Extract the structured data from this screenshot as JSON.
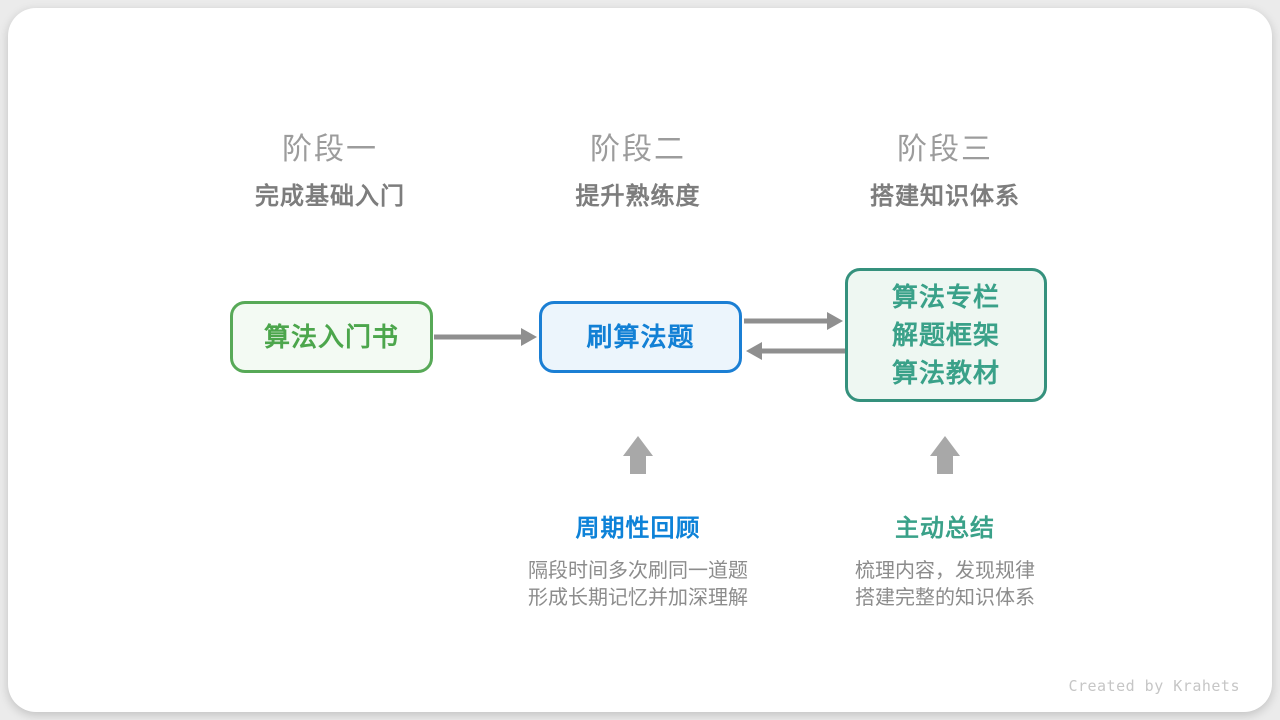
{
  "stages": [
    {
      "title": "阶段一",
      "subtitle": "完成基础入门"
    },
    {
      "title": "阶段二",
      "subtitle": "提升熟练度"
    },
    {
      "title": "阶段三",
      "subtitle": "搭建知识体系"
    }
  ],
  "boxes": [
    {
      "label": "算法入门书",
      "color": "#4ca64c"
    },
    {
      "label": "刷算法题",
      "color": "#1280d5"
    },
    {
      "lines": [
        "算法专栏",
        "解题框架",
        "算法教材"
      ],
      "color": "#3aa189"
    }
  ],
  "annotations": [
    {
      "label": "周期性回顾",
      "label_color": "#0d82d8",
      "desc_line1": "隔段时间多次刷同一道题",
      "desc_line2": "形成长期记忆并加深理解"
    },
    {
      "label": "主动总结",
      "label_color": "#3aa189",
      "desc_line1": "梳理内容，发现规律",
      "desc_line2": "搭建完整的知识体系"
    }
  ],
  "footer": {
    "credit": "Created by Krahets"
  },
  "colors": {
    "page_background": "#ebebeb",
    "card_background": "#ffffff",
    "stage_title": "#9c9c9c",
    "stage_subtitle": "#7d7d7d",
    "flow_arrow": "#8f8f8f",
    "up_arrow": "#a8a8a8",
    "description_text": "#8c8c8c",
    "green_border": "#57a957",
    "blue_border": "#1b7fd4",
    "teal_border": "#35917d",
    "credit_text": "#c6c6c6"
  }
}
